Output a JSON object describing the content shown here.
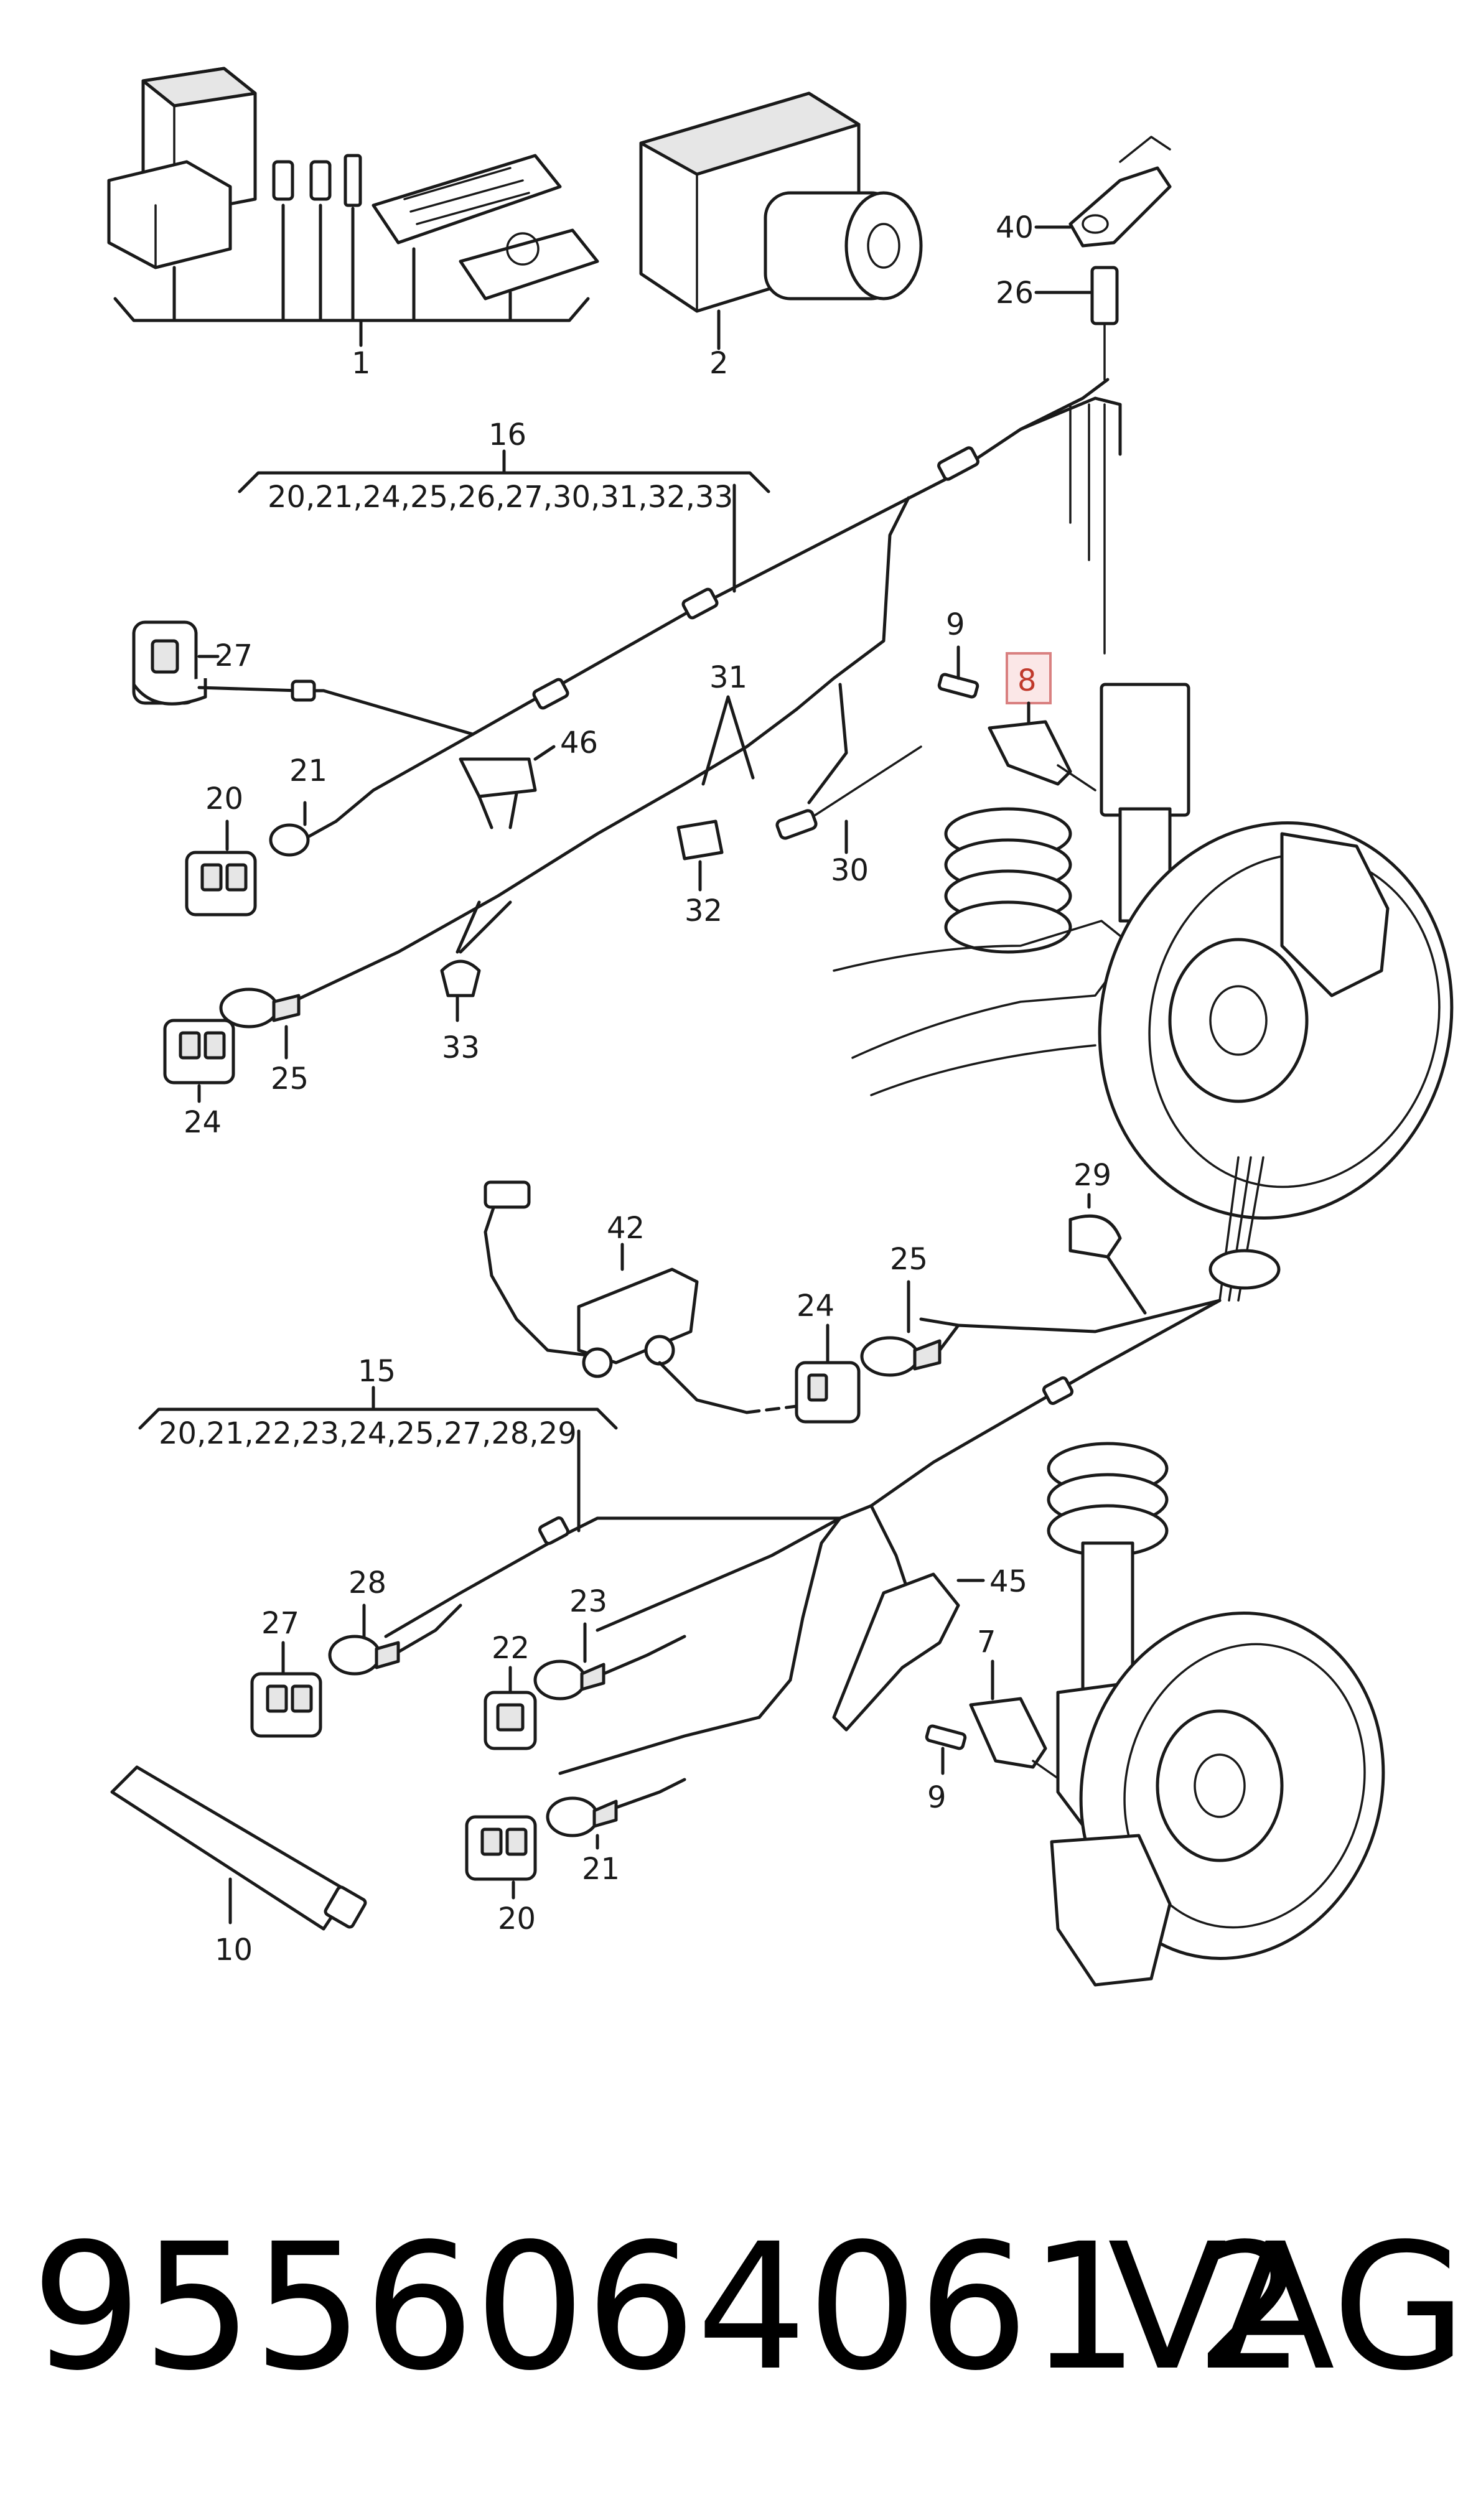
{
  "callouts": {
    "c1": "1",
    "c2": "2",
    "c40": "40",
    "c26": "26",
    "c16": "16",
    "c16_list": "20,21,24,25,26,27,30,31,32,33",
    "c27a": "27",
    "c20a": "20",
    "c21a": "21",
    "c46": "46",
    "c31": "31",
    "c9a": "9",
    "c8": "8",
    "c30": "30",
    "c32": "32",
    "c33": "33",
    "c25a": "25",
    "c24a": "24",
    "c42": "42",
    "c29": "29",
    "c15": "15",
    "c15_list": "20,21,22,23,24,25,27,28,29",
    "c24b": "24",
    "c25b": "25",
    "c45": "45",
    "c28": "28",
    "c27b": "27",
    "c22": "22",
    "c23": "23",
    "c7": "7",
    "c9b": "9",
    "c21b": "21",
    "c20b": "20",
    "c10": "10"
  },
  "highlighted_callout": "8",
  "highlight_color": "#d98080",
  "part_number": "9556064061 2",
  "brand": "VAG"
}
